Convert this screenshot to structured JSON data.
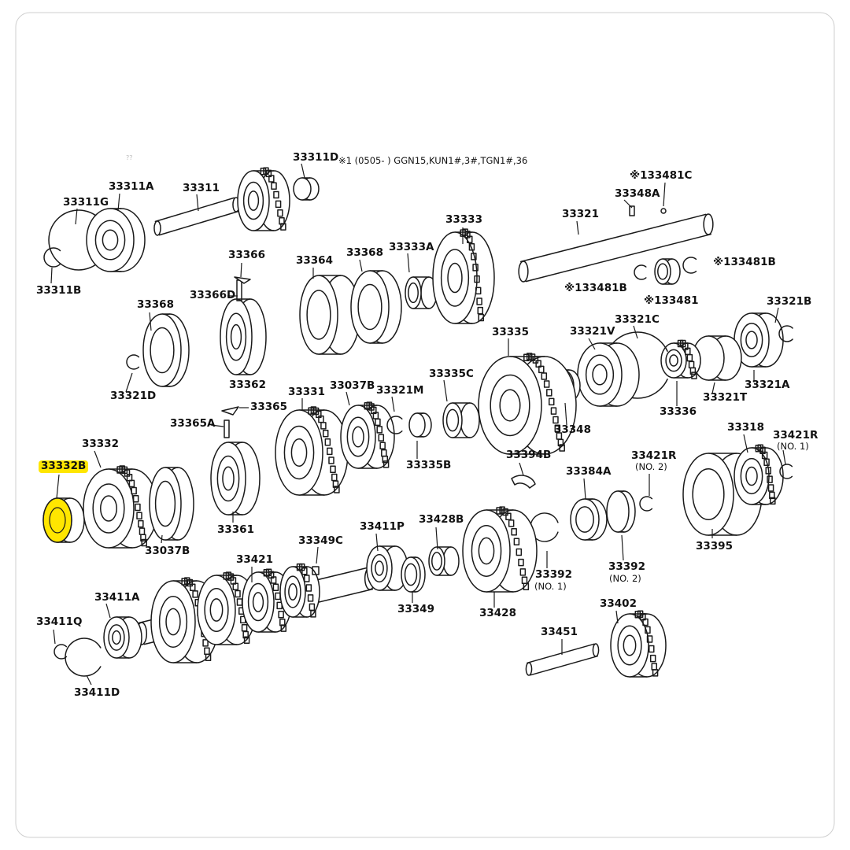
{
  "diagram": {
    "header_note": "※1 (0505-      ) GGN15,KUN1#,3#,TGN1#,36",
    "faint_mark": "??",
    "highlight_color": "#ffe600",
    "labels": [
      {
        "id": "33311D",
        "text": "33311D"
      },
      {
        "id": "33311A",
        "text": "33311A"
      },
      {
        "id": "33311",
        "text": "33311"
      },
      {
        "id": "33311G",
        "text": "33311G"
      },
      {
        "id": "33311B",
        "text": "33311B"
      },
      {
        "id": "33366",
        "text": "33366"
      },
      {
        "id": "33366D",
        "text": "33366D"
      },
      {
        "id": "33368a",
        "text": "33368"
      },
      {
        "id": "33368b",
        "text": "33368"
      },
      {
        "id": "33364",
        "text": "33364"
      },
      {
        "id": "33333A",
        "text": "33333A"
      },
      {
        "id": "33333",
        "text": "33333"
      },
      {
        "id": "133481C",
        "text": "※133481C"
      },
      {
        "id": "33348A",
        "text": "33348A"
      },
      {
        "id": "33321",
        "text": "33321"
      },
      {
        "id": "133481B_r",
        "text": "※133481B"
      },
      {
        "id": "133481B_l",
        "text": "※133481B"
      },
      {
        "id": "133481",
        "text": "※133481"
      },
      {
        "id": "33321B",
        "text": "33321B"
      },
      {
        "id": "33321D",
        "text": "33321D"
      },
      {
        "id": "33362",
        "text": "33362"
      },
      {
        "id": "33335",
        "text": "33335"
      },
      {
        "id": "33321V",
        "text": "33321V"
      },
      {
        "id": "33321C",
        "text": "33321C"
      },
      {
        "id": "33321A",
        "text": "33321A"
      },
      {
        "id": "33321T",
        "text": "33321T"
      },
      {
        "id": "33336",
        "text": "33336"
      },
      {
        "id": "33348",
        "text": "33348"
      },
      {
        "id": "33331",
        "text": "33331"
      },
      {
        "id": "33037B_top",
        "text": "33037B"
      },
      {
        "id": "33321M",
        "text": "33321M"
      },
      {
        "id": "33335C",
        "text": "33335C"
      },
      {
        "id": "33365",
        "text": "33365"
      },
      {
        "id": "33365A",
        "text": "33365A"
      },
      {
        "id": "33335B",
        "text": "33335B"
      },
      {
        "id": "33332",
        "text": "33332"
      },
      {
        "id": "33332B",
        "text": "33332B",
        "highlight": true
      },
      {
        "id": "33037B_bot",
        "text": "33037B"
      },
      {
        "id": "33361",
        "text": "33361"
      },
      {
        "id": "33394B",
        "text": "33394B"
      },
      {
        "id": "33384A",
        "text": "33384A"
      },
      {
        "id": "33421R_no2",
        "text": "33421R",
        "sub": "(NO. 2)"
      },
      {
        "id": "33318",
        "text": "33318"
      },
      {
        "id": "33421R_no1",
        "text": "33421R",
        "sub": "(NO. 1)"
      },
      {
        "id": "33395",
        "text": "33395"
      },
      {
        "id": "33392_no1",
        "text": "33392",
        "sub": "(NO. 1)"
      },
      {
        "id": "33392_no2",
        "text": "33392",
        "sub": "(NO. 2)"
      },
      {
        "id": "33349C",
        "text": "33349C"
      },
      {
        "id": "33411P",
        "text": "33411P"
      },
      {
        "id": "33428B",
        "text": "33428B"
      },
      {
        "id": "33421",
        "text": "33421"
      },
      {
        "id": "33349",
        "text": "33349"
      },
      {
        "id": "33428",
        "text": "33428"
      },
      {
        "id": "33411A",
        "text": "33411A"
      },
      {
        "id": "33411Q",
        "text": "33411Q"
      },
      {
        "id": "33411D",
        "text": "33411D"
      },
      {
        "id": "33402",
        "text": "33402"
      },
      {
        "id": "33451",
        "text": "33451"
      }
    ]
  }
}
